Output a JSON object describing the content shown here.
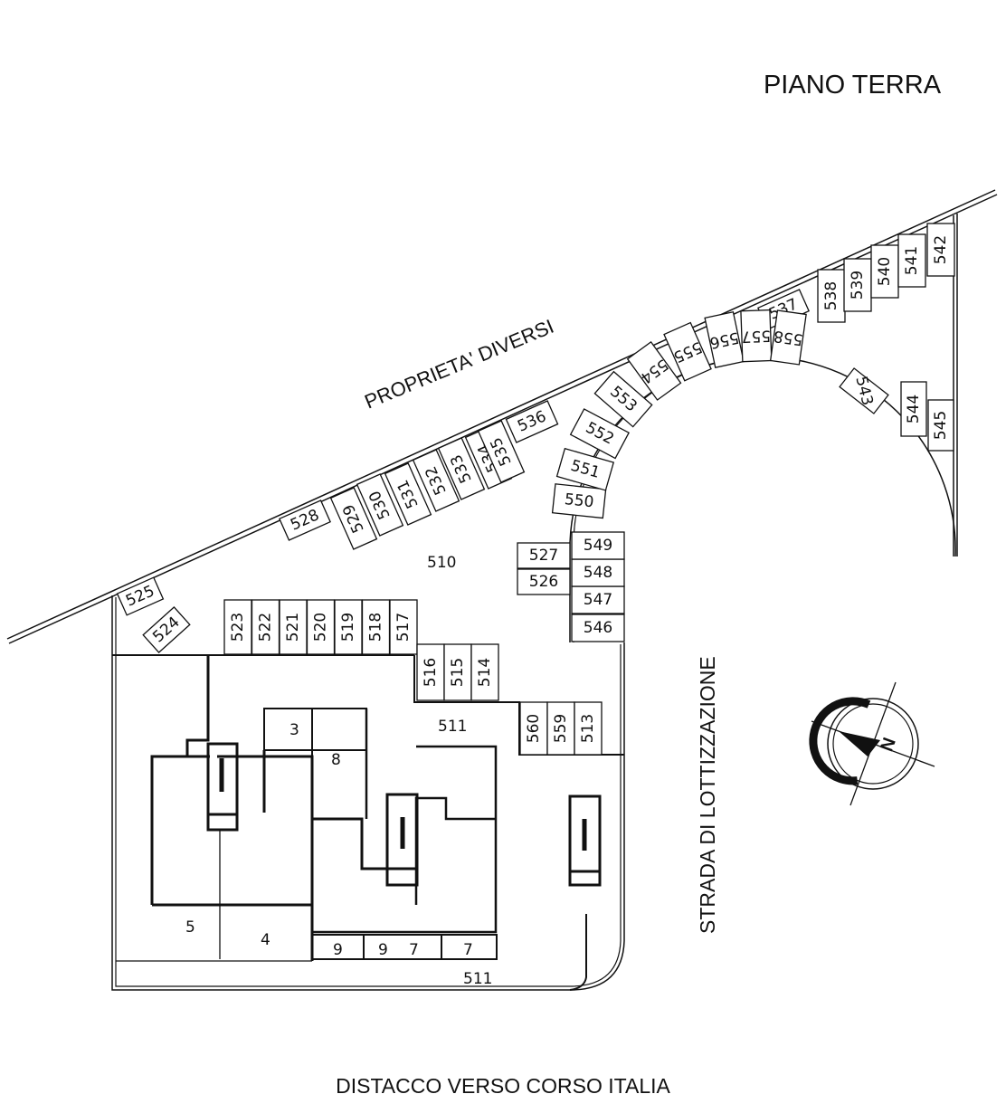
{
  "labels": {
    "title": "PIANO TERRA",
    "north_boundary": "PROPRIETA' DIVERSI",
    "east_road": "STRADA DI LOTTIZZAZIONE",
    "south_boundary": "DISTACCO VERSO CORSO ITALIA",
    "north_symbol": "N"
  },
  "areas": {
    "courtyard": "510",
    "driveway_upper": "511",
    "driveway_lower": "511"
  },
  "parking": {
    "diagonal_west": [
      "525",
      "524"
    ],
    "along_boundary": [
      "528",
      "529",
      "530",
      "531",
      "532",
      "533",
      "534",
      "535",
      "536"
    ],
    "northeast_corner": [
      "537",
      "538",
      "539",
      "540",
      "541",
      "542"
    ],
    "east_edge": [
      "543",
      "544",
      "545"
    ],
    "curve": [
      "546",
      "547",
      "548",
      "549",
      "550",
      "551",
      "552",
      "553",
      "554",
      "555",
      "556",
      "557",
      "558"
    ],
    "pair_west_of_curve": [
      "527",
      "526"
    ],
    "row_top": [
      "523",
      "522",
      "521",
      "520",
      "519",
      "518",
      "517"
    ],
    "row_step": [
      "516",
      "515",
      "514"
    ],
    "row_lower": [
      "560",
      "559",
      "513"
    ]
  },
  "units": {
    "unit_3": "3",
    "unit_8": "8",
    "unit_5": "5",
    "unit_4": "4",
    "cellars": [
      "9",
      "9",
      "7",
      "7"
    ]
  }
}
